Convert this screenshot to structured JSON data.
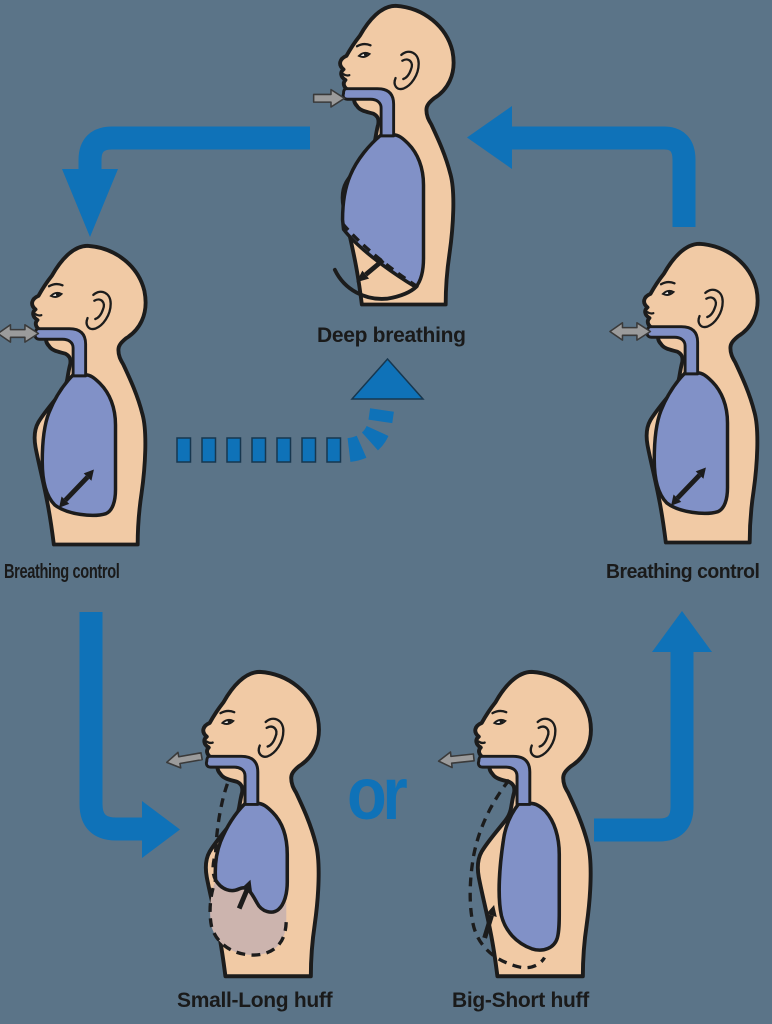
{
  "colors": {
    "background": "#5b7488",
    "arrow_blue": "#0f72b8",
    "skin": "#f1caa5",
    "lung_blue": "#8191c7",
    "deflated_lung": "#ccb4ae",
    "outline": "#1c1c1c",
    "mouth_arrow_gray": "#9b9b9b",
    "label_text": "#1a1a1a"
  },
  "figures": [
    {
      "id": "deep-breathing",
      "label": "Deep breathing",
      "position": "top-center",
      "mouth_airflow": "breath in",
      "diaphragm_arrow": "down"
    },
    {
      "id": "breathing-control-left",
      "label": "Breathing control",
      "position": "middle-left",
      "mouth_airflow": "gentle in-out",
      "diaphragm_arrow": "up-down"
    },
    {
      "id": "breathing-control-right",
      "label": "Breathing control",
      "position": "middle-right",
      "mouth_airflow": "gentle in-out",
      "diaphragm_arrow": "up-down"
    },
    {
      "id": "small-long-huff",
      "label": "Small-Long huff",
      "position": "bottom-left",
      "mouth_airflow": "huff out",
      "diaphragm_arrow": "up"
    },
    {
      "id": "big-short-huff",
      "label": "Big-Short huff",
      "position": "bottom-right",
      "mouth_airflow": "huff out",
      "diaphragm_arrow": "up"
    }
  ],
  "connectors": {
    "or_label": "or"
  }
}
